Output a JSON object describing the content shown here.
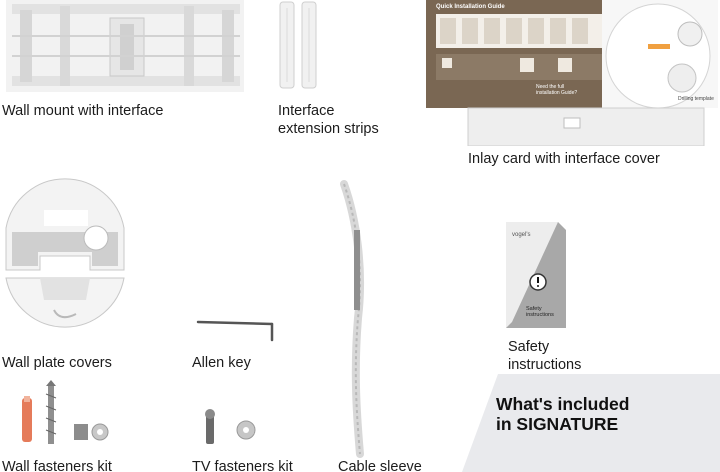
{
  "items": [
    {
      "id": "wall-mount",
      "label": "Wall mount with interface"
    },
    {
      "id": "strips",
      "label_lines": [
        "Interface",
        "extension strips"
      ]
    },
    {
      "id": "inlay",
      "label": "Inlay card with interface cover"
    },
    {
      "id": "wall-plate",
      "label": "Wall plate covers"
    },
    {
      "id": "allen",
      "label": "Allen key"
    },
    {
      "id": "safety",
      "label_lines": [
        "Safety",
        "instructions"
      ]
    },
    {
      "id": "wall-fasteners",
      "label": "Wall fasteners kit"
    },
    {
      "id": "tv-fasteners",
      "label": "TV fasteners kit"
    },
    {
      "id": "cable",
      "label": "Cable sleeve"
    }
  ],
  "inlay_card": {
    "guide_title": "Quick Installation Guide",
    "need_full": "Need the full",
    "need_full2": "installation Guide?",
    "drilling": "Drilling template"
  },
  "safety_card": {
    "brand": "vogel's",
    "title_lines": [
      "Safety",
      "instructions"
    ]
  },
  "banner": {
    "line1": "What's included",
    "line2": "in SIGNATURE"
  },
  "colors": {
    "inlay_brown": "#7a6753",
    "banner_bg": "#e9eaed",
    "device_white": "#f4f4f4",
    "device_grey": "#c9c9c9"
  }
}
